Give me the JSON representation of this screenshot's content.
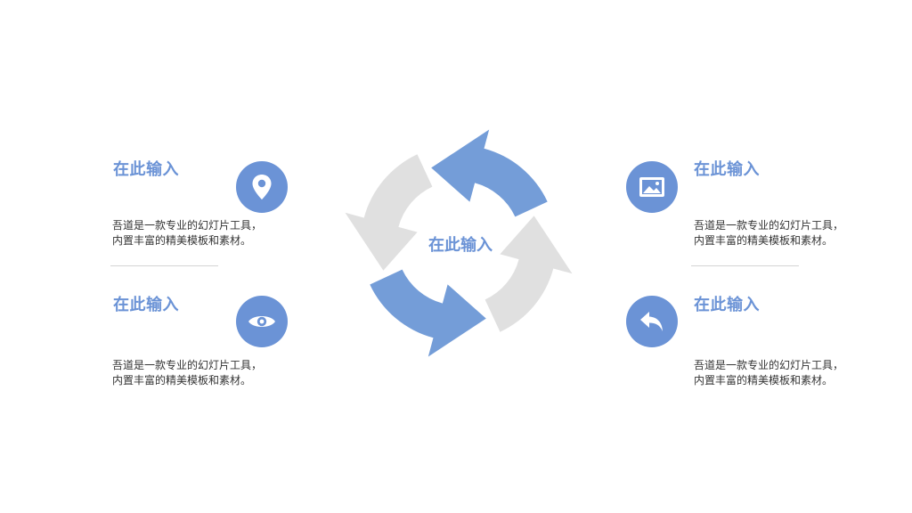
{
  "center": {
    "title": "在此输入"
  },
  "items": [
    {
      "title": "在此输入",
      "line1": "吾道是一款专业的幻灯片工具，",
      "line2": "内置丰富的精美模板和素材。",
      "icon": "location-pin-icon"
    },
    {
      "title": "在此输入",
      "line1": "吾道是一款专业的幻灯片工具，",
      "line2": "内置丰富的精美模板和素材。",
      "icon": "eye-icon"
    },
    {
      "title": "在此输入",
      "line1": "吾道是一款专业的幻灯片工具，",
      "line2": "内置丰富的精美模板和素材。",
      "icon": "image-icon"
    },
    {
      "title": "在此输入",
      "line1": "吾道是一款专业的幻灯片工具，",
      "line2": "内置丰富的精美模板和素材。",
      "icon": "reply-arrow-icon"
    }
  ],
  "colors": {
    "accent": "#6b93d6",
    "arrow_blue": "#749dd8",
    "arrow_gray": "#e0e0e0",
    "text": "#333333"
  }
}
